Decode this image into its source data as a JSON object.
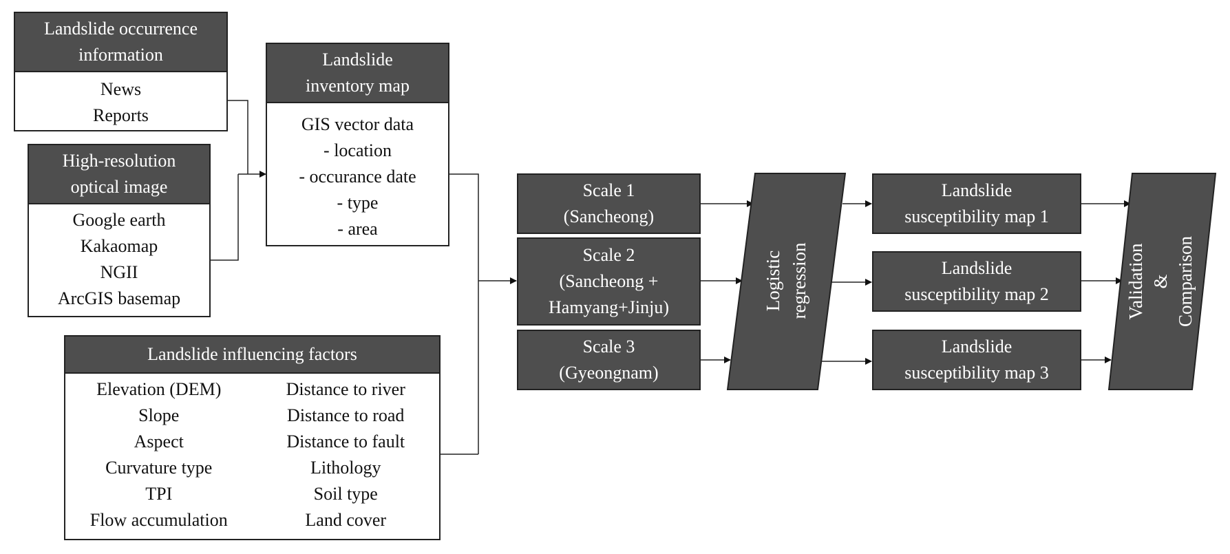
{
  "occurrence": {
    "header": [
      "Landslide occurrence",
      "information"
    ],
    "items": [
      "News",
      "Reports"
    ]
  },
  "optical": {
    "header": [
      "High-resolution",
      "optical image"
    ],
    "items": [
      "Google earth",
      "Kakaomap",
      "NGII",
      "ArcGIS basemap"
    ]
  },
  "inventory": {
    "header": [
      "Landslide",
      "inventory map"
    ],
    "items": [
      "GIS vector data",
      "- location",
      "- occurance date",
      "- type",
      "- area"
    ]
  },
  "factors": {
    "header": "Landslide influencing factors",
    "left": [
      "Elevation (DEM)",
      "Slope",
      "Aspect",
      "Curvature type",
      "TPI",
      "Flow accumulation"
    ],
    "right": [
      "Distance to river",
      "Distance to road",
      "Distance to fault",
      "Lithology",
      "Soil type",
      "Land cover"
    ]
  },
  "scales": [
    [
      "Scale 1",
      "(Sancheong)"
    ],
    [
      "Scale 2",
      "(Sancheong +",
      "Hamyang+Jinju)"
    ],
    [
      "Scale 3",
      "(Gyeongnam)"
    ]
  ],
  "regression": [
    "Logistic",
    "regression"
  ],
  "maps": [
    [
      "Landslide",
      "susceptibility map 1"
    ],
    [
      "Landslide",
      "susceptibility map 2"
    ],
    [
      "Landslide",
      "susceptibility map 3"
    ]
  ],
  "validation": [
    "Validation",
    "&",
    "Comparison"
  ],
  "colors": {
    "header_fill": "#4e4e4e",
    "line": "#222222"
  }
}
